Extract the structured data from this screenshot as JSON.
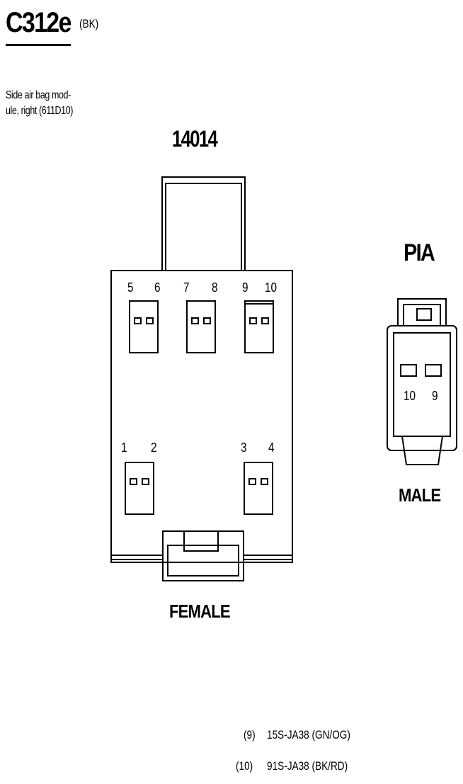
{
  "header": {
    "connector_id": "C312e",
    "color": "(BK)",
    "description_line1": "Side air bag mod-",
    "description_line2": "ule, right (611D10)"
  },
  "female_connector": {
    "part_number": "14014",
    "label": "FEMALE",
    "pin_numbers": [
      "5",
      "6",
      "7",
      "8",
      "9",
      "10",
      "1",
      "2",
      "3",
      "4"
    ]
  },
  "male_connector": {
    "name": "PIA",
    "label": "MALE",
    "pin_numbers": [
      "10",
      "9"
    ]
  },
  "circuits": [
    {
      "pin": "(9)",
      "circuit": "15S-JA38 (GN/OG)"
    },
    {
      "pin": "(10)",
      "circuit": "91S-JA38 (BK/RD)"
    }
  ]
}
